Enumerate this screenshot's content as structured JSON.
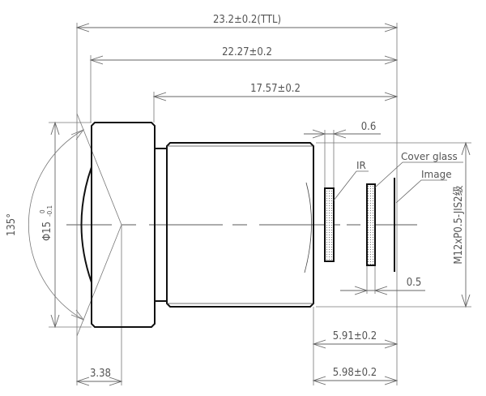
{
  "drawing": {
    "type": "lens mechanical dimension drawing",
    "dimensions": {
      "ttl": "23.2±0.2(TTL)",
      "flange_length": "22.27±0.2",
      "barrel_length": "17.57±0.2",
      "ir_thickness": "0.6",
      "cover_glass_thickness": "0.5",
      "back_focal_1": "5.91±0.2",
      "back_focal_2": "5.98±0.2",
      "front_protrusion": "3.38",
      "front_diameter": "Φ15",
      "front_diameter_tol_upper": "0",
      "front_diameter_tol_lower": "-0.1",
      "thread": "M12xP0.5-JIS2级",
      "fov_angle": "135°"
    },
    "labels": {
      "ir": "IR",
      "cover_glass": "Cover glass",
      "image": "Image"
    },
    "colors": {
      "outline": "#111111",
      "dimension": "#777777",
      "text": "#555555"
    }
  }
}
